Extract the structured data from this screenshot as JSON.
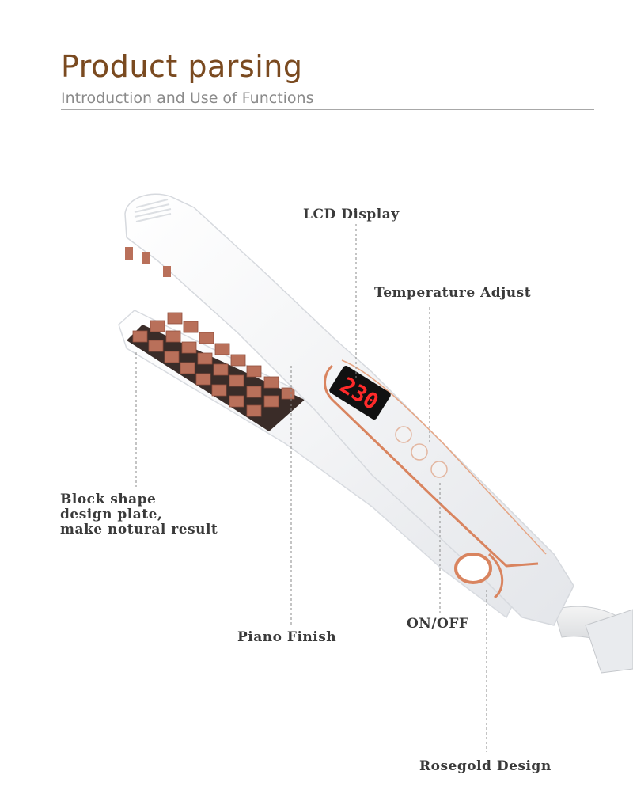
{
  "header": {
    "title": "Product parsing",
    "subtitle": "Introduction and Use of Functions"
  },
  "display_value": "230",
  "labels": {
    "lcd": "LCD Display",
    "temperature": "Temperature Adjust",
    "block_line1": "Block shape",
    "block_line2": "design plate,",
    "block_line3": "make notural result",
    "piano": "Piano Finish",
    "onoff": "ON/OFF",
    "rosegold": "Rosegold Design"
  },
  "colors": {
    "title": "#7a4a20",
    "rose_gold": "#d9845f",
    "plate": "#b9705a",
    "lcd_red": "#ff2a2a"
  }
}
